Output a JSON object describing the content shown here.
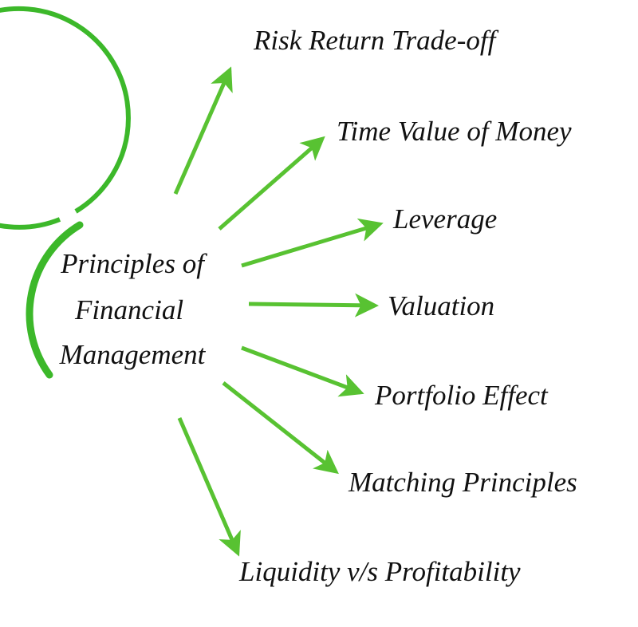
{
  "title_lines": [
    "Principles of",
    "Financial",
    "Management"
  ],
  "principles": [
    "Risk Return Trade-off",
    "Time Value of Money",
    "Leverage",
    "Valuation",
    "Portfolio Effect",
    "Matching Principles",
    "Liquidity v/s Profitability"
  ],
  "colors": {
    "circle": "#3cb82a",
    "arrow": "#58c232",
    "text": "#111111"
  }
}
